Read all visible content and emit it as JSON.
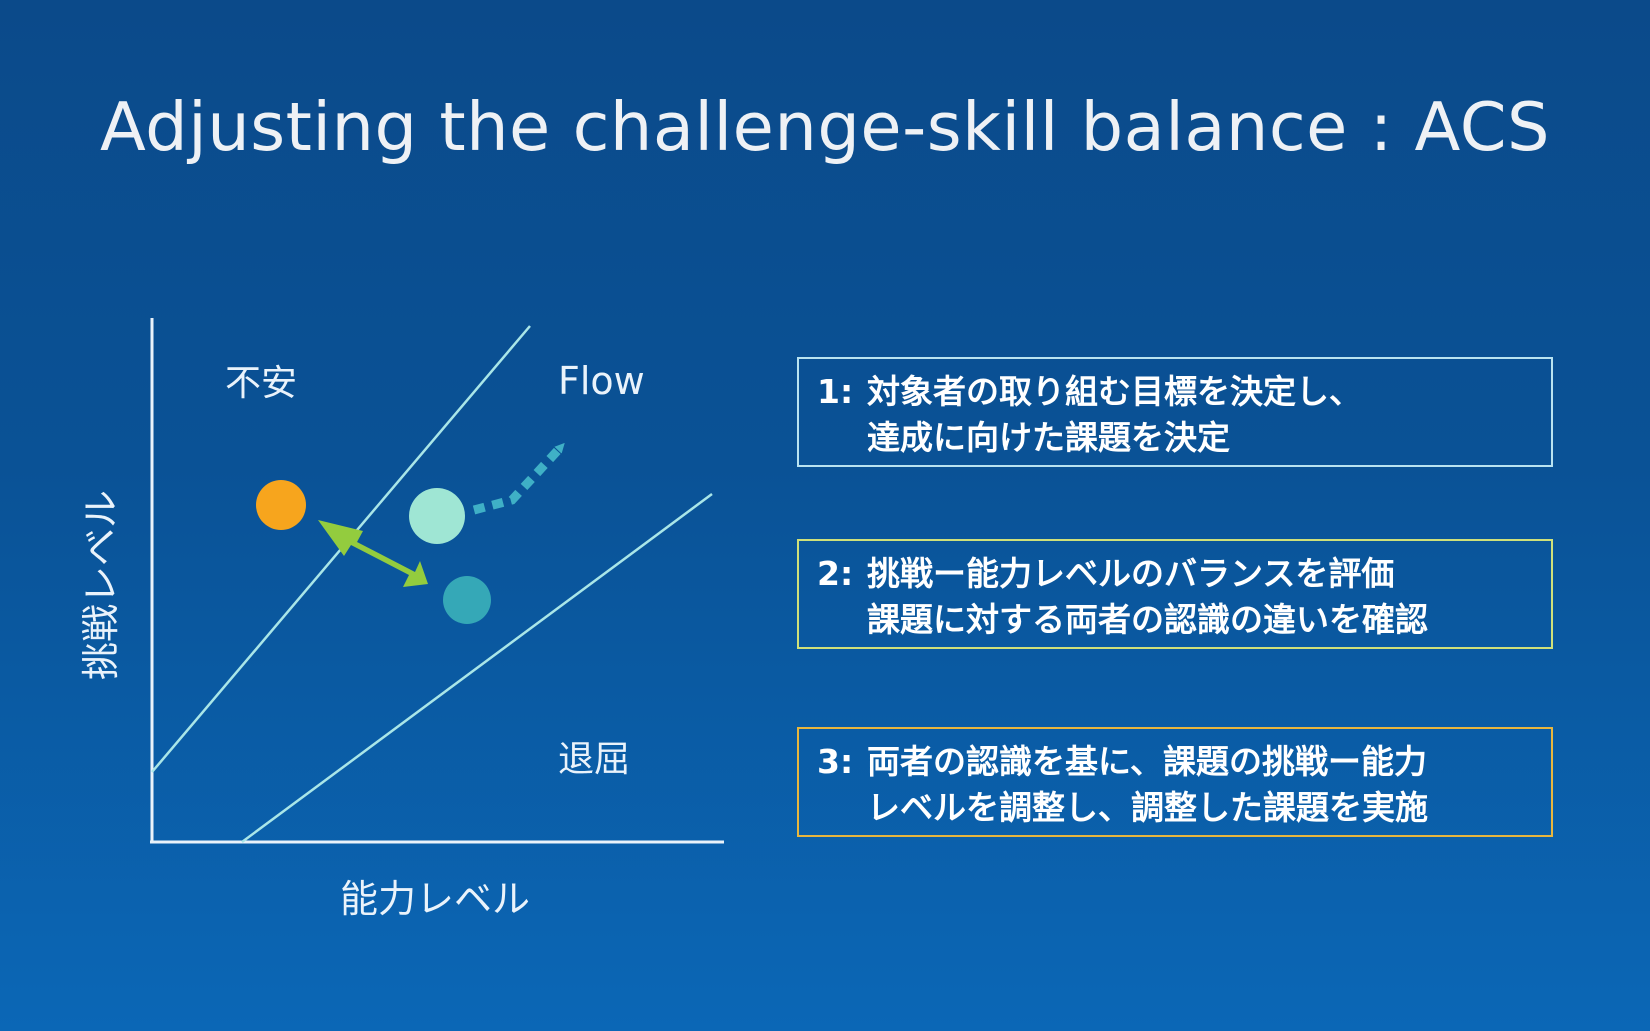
{
  "slide": {
    "title": "Adjusting the challenge-skill balance : ACS"
  },
  "diagram": {
    "axis_y_label": "挑戦レベル",
    "axis_x_label": "能力レベル",
    "zone_anxiety": "不安",
    "zone_flow": "Flow",
    "zone_boredom": "退屈",
    "colors": {
      "axis": "#e9f2fa",
      "channel_line": "#a9e6e8",
      "orange_dot": "#f7a51d",
      "mint_dot": "#9fe6d4",
      "teal_dot": "#35a8b7",
      "green_arrow": "#93cc3e",
      "dotted_arrow": "#3fb0c6"
    }
  },
  "steps": [
    {
      "number": "1:",
      "lines": [
        "対象者の取り組む目標を決定し、",
        "達成に向けた課題を決定"
      ],
      "border_color": "#b9e3f1"
    },
    {
      "number": "2:",
      "lines": [
        "挑戦ー能力レベルのバランスを評価",
        "課題に対する両者の認識の違いを確認"
      ],
      "border_color": "#cfe07a"
    },
    {
      "number": "3:",
      "lines": [
        "両者の認識を基に、課題の挑戦ー能力",
        "レベルを調整し、調整した課題を実施"
      ],
      "border_color": "#e8b63e"
    }
  ]
}
